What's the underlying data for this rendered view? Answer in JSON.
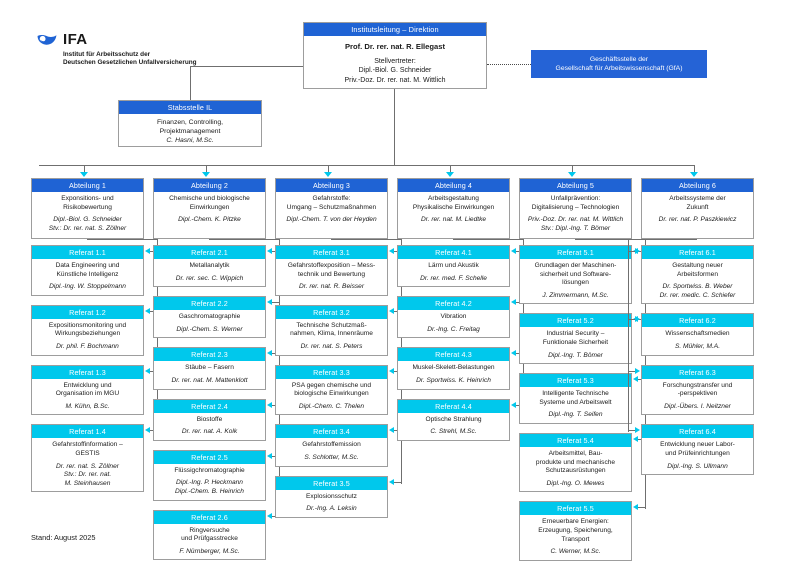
{
  "logo": {
    "name": "IFA",
    "subtitle_line1": "Institut für Arbeitsschutz der",
    "subtitle_line2": "Deutschen Gesetzlichen Unfallversicherung",
    "mark_icon": "ifa-wave-logo-icon"
  },
  "leadership": {
    "header": "Institutsleitung – Direktion",
    "director": "Prof. Dr. rer. nat. R. Ellegast",
    "deputy_label": "Stellvertreter:",
    "deputy1": "Dipl.-Biol. G. Schneider",
    "deputy2": "Priv.-Doz. Dr. rer. nat. M. Wittlich"
  },
  "gfa": {
    "line1": "Geschäftsstelle der",
    "line2": "Gesellschaft für Arbeitswissenschaft (GfA)"
  },
  "stabsstelle": {
    "header": "Stabsstelle IL",
    "line1": "Finanzen, Controlling,",
    "line2": "Projektmanagement",
    "name": "C. Hasni, M.Sc."
  },
  "footer": {
    "date": "Stand: August 2025"
  },
  "colors": {
    "header_blue": "#1f63d4",
    "header_cyan": "#00c8ec",
    "gfa_blue": "#2563d6",
    "box_border": "#9d9d9d",
    "connector": "#6f6f6f"
  },
  "departments": [
    {
      "header": "Abteilung 1",
      "title_lines": [
        "Exponsitions- und",
        "Risikobewertung"
      ],
      "names": [
        "Dipl.-Biol. G. Schneider",
        "Stv.: Dr. rer. nat. S. Zöllner"
      ],
      "units": [
        {
          "header": "Referat 1.1",
          "title_lines": [
            "Data Engineering und",
            "Künstliche Intelligenz"
          ],
          "names": [
            "Dipl.-Ing. W. Stoppelmann"
          ]
        },
        {
          "header": "Referat 1.2",
          "title_lines": [
            "Expositionsmonitoring und",
            "Wirkungsbeziehungen"
          ],
          "names": [
            "Dr. phil. F. Bochmann"
          ]
        },
        {
          "header": "Referat 1.3",
          "title_lines": [
            "Entwicklung und",
            "Organisation im MGU"
          ],
          "names": [
            "M. Kühn, B.Sc."
          ]
        },
        {
          "header": "Referat 1.4",
          "title_lines": [
            "Gefahrstoffinformation –",
            "GESTIS"
          ],
          "names": [
            "Dr. rer. nat. S. Zöllner",
            "Stv.: Dr. rer. nat.",
            "M. Steinhausen"
          ]
        }
      ]
    },
    {
      "header": "Abteilung 2",
      "title_lines": [
        "Chemische und biologische",
        "Einwirkungen"
      ],
      "names": [
        "Dipl.-Chem. K. Pitzke"
      ],
      "units": [
        {
          "header": "Referat 2.1",
          "title_lines": [
            "Metallanalytik"
          ],
          "names": [
            "Dr. rer. sec. C. Wippich"
          ]
        },
        {
          "header": "Referat 2.2",
          "title_lines": [
            "Gaschromatographie"
          ],
          "names": [
            "Dipl.-Chem. S. Werner"
          ]
        },
        {
          "header": "Referat 2.3",
          "title_lines": [
            "Stäube – Fasern"
          ],
          "names": [
            "Dr. rer. nat. M. Mattenklott"
          ]
        },
        {
          "header": "Referat 2.4",
          "title_lines": [
            "Biostoffe"
          ],
          "names": [
            "Dr. rer. nat. A. Kolk"
          ]
        },
        {
          "header": "Referat 2.5",
          "title_lines": [
            "Flüssigchromatographie"
          ],
          "names": [
            "Dipl.-Ing. P. Heckmann",
            "Dipl.-Chem. B. Heinrich"
          ]
        },
        {
          "header": "Referat 2.6",
          "title_lines": [
            "Ringversuche",
            "und Prüfgasstrecke"
          ],
          "names": [
            "F. Nürnberger, M.Sc."
          ]
        }
      ]
    },
    {
      "header": "Abteilung 3",
      "title_lines": [
        "Gefahrstoffe:",
        "Umgang – Schutzmaßnahmen"
      ],
      "names": [
        "Dipl.-Chem. T. von der Heyden"
      ],
      "units": [
        {
          "header": "Referat 3.1",
          "title_lines": [
            "Gefahrstoffexposition – Mess-",
            "technik und Bewertung"
          ],
          "names": [
            "Dr. rer. nat. R. Beisser"
          ]
        },
        {
          "header": "Referat 3.2",
          "title_lines": [
            "Technische Schutzmaß-",
            "nahmen, Klima, Innenräume"
          ],
          "names": [
            "Dr. rer. nat. S. Peters"
          ]
        },
        {
          "header": "Referat 3.3",
          "title_lines": [
            "PSA gegen chemische und",
            "biologische Einwirkungen"
          ],
          "names": [
            "Dipl.-Chem. C. Thelen"
          ]
        },
        {
          "header": "Referat 3.4",
          "title_lines": [
            "Gefahrstoffemission"
          ],
          "names": [
            "S. Schlotter, M.Sc."
          ]
        },
        {
          "header": "Referat 3.5",
          "title_lines": [
            "Explosionsschutz"
          ],
          "names": [
            "Dr.-Ing. A. Leksin"
          ]
        }
      ]
    },
    {
      "header": "Abteilung 4",
      "title_lines": [
        "Arbeitsgestaltung",
        "Physikalische Einwirkungen"
      ],
      "names": [
        "Dr. rer. nat. M. Liedtke"
      ],
      "units": [
        {
          "header": "Referat 4.1",
          "title_lines": [
            "Lärm und Akustik"
          ],
          "names": [
            "Dr. rer. med. F. Schelle"
          ]
        },
        {
          "header": "Referat 4.2",
          "title_lines": [
            "Vibration"
          ],
          "names": [
            "Dr.-Ing. C. Freitag"
          ]
        },
        {
          "header": "Referat 4.3",
          "title_lines": [
            "Muskel-Skelett-Belastungen"
          ],
          "names": [
            "Dr. Sportwiss. K. Heinrich"
          ]
        },
        {
          "header": "Referat 4.4",
          "title_lines": [
            "Optische Strahlung"
          ],
          "names": [
            "C. Strehl, M.Sc."
          ]
        }
      ]
    },
    {
      "header": "Abteilung 5",
      "title_lines": [
        "Unfallprävention:",
        "Digitalisierung – Technologien"
      ],
      "names": [
        "Priv.-Doz. Dr. rer. nat. M. Wittlich",
        "Stv.: Dipl.-Ing. T. Bömer"
      ],
      "units": [
        {
          "header": "Referat 5.1",
          "title_lines": [
            "Grundlagen der Maschinen-",
            "sicherheit und Software-",
            "lösungen"
          ],
          "names": [
            "J. Zimmermann, M.Sc."
          ]
        },
        {
          "header": "Referat 5.2",
          "title_lines": [
            "Industrial Security –",
            "Funktionale Sicherheit"
          ],
          "names": [
            "Dipl.-Ing. T. Bömer"
          ]
        },
        {
          "header": "Referat 5.3",
          "title_lines": [
            "Intelligente Technische",
            "Systeme und Arbeitswelt"
          ],
          "names": [
            "Dipl.-Ing. T. Seifen"
          ]
        },
        {
          "header": "Referat 5.4",
          "title_lines": [
            "Arbeitsmittel, Bau-",
            "produkte und mechanische",
            "Schutzausrüstungen"
          ],
          "names": [
            "Dipl.-Ing. O. Mewes"
          ]
        },
        {
          "header": "Referat 5.5",
          "title_lines": [
            "Erneuerbare Energien:",
            "Erzeugung, Speicherung,",
            "Transport"
          ],
          "names": [
            "C. Werner, M.Sc."
          ]
        }
      ]
    },
    {
      "header": "Abteilung 6",
      "title_lines": [
        "Arbeitssysteme der",
        "Zukunft"
      ],
      "names": [
        "Dr. rer. nat. P. Paszkiewicz"
      ],
      "units": [
        {
          "header": "Referat 6.1",
          "title_lines": [
            "Gestaltung neuer",
            "Arbeitsformen"
          ],
          "names": [
            "Dr. Sportwiss. B. Weber",
            "Dr. rer. medic. C. Schiefer"
          ]
        },
        {
          "header": "Referat 6.2",
          "title_lines": [
            "Wissenschaftsmedien"
          ],
          "names": [
            "S. Mühler, M.A."
          ]
        },
        {
          "header": "Referat 6.3",
          "title_lines": [
            "Forschungstransfer und",
            "-perspektiven"
          ],
          "names": [
            "Dipl.-Übers. I. Neitzner"
          ]
        },
        {
          "header": "Referat 6.4",
          "title_lines": [
            "Entwicklung neuer Labor-",
            "und Prüfeinrichtungen"
          ],
          "names": [
            "Dipl.-Ing. S. Ullmann"
          ]
        }
      ]
    }
  ]
}
